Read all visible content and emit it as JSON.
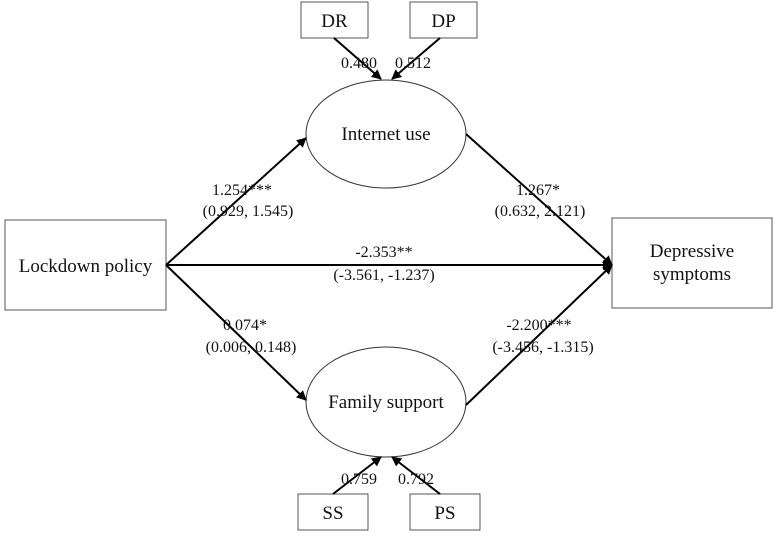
{
  "nodes": {
    "lockdown": "Lockdown policy",
    "depressive_line1": "Depressive",
    "depressive_line2": "symptoms",
    "internet": "Internet use",
    "family": "Family support",
    "dr": "DR",
    "dp": "DP",
    "ss": "SS",
    "ps": "PS"
  },
  "loadings": {
    "dr": "0.480",
    "dp": "0.512",
    "ss": "0.759",
    "ps": "0.792"
  },
  "paths": {
    "lockdown_internet": {
      "coef": "1.254***",
      "ci": "(0.929, 1.545)"
    },
    "internet_depressive": {
      "coef": "1.267*",
      "ci": "(0.632, 2.121)"
    },
    "lockdown_depressive": {
      "coef": "-2.353**",
      "ci": "(-3.561, -1.237)"
    },
    "lockdown_family": {
      "coef": "0.074*",
      "ci": "(0.006, 0.148)"
    },
    "family_depressive": {
      "coef": "-2.200***",
      "ci": "(-3.456, -1.315)"
    }
  },
  "colors": {
    "line": "#000000",
    "border": "#555555",
    "text": "#111111"
  }
}
